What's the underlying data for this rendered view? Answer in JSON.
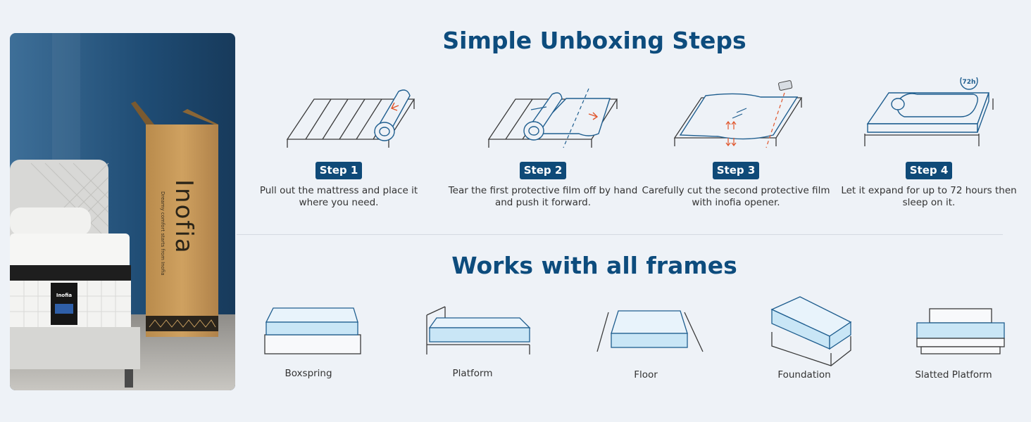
{
  "photo": {
    "box_brand": "Inofia",
    "box_slogan": "Dreamy comfort starts from Inofia",
    "label_brand": "Inofia"
  },
  "unboxing": {
    "title": "Simple Unboxing Steps",
    "steps": [
      {
        "label": "Step 1",
        "desc": "Pull out the mattress and place it where you need."
      },
      {
        "label": "Step 2",
        "desc": "Tear the first protective film off by hand and push it forward."
      },
      {
        "label": "Step 3",
        "desc": "Carefully cut the second protective film with inofia opener."
      },
      {
        "label": "Step 4",
        "desc": "Let it expand for up to 72 hours then sleep on it.",
        "timer": "72h"
      }
    ]
  },
  "frames": {
    "title": "Works with all frames",
    "items": [
      {
        "label": "Boxspring"
      },
      {
        "label": "Platform"
      },
      {
        "label": "Floor"
      },
      {
        "label": "Foundation"
      },
      {
        "label": "Slatted Platform"
      }
    ]
  },
  "colors": {
    "brand_blue": "#0d4c7d",
    "badge_blue": "#0f4a78",
    "mattress_fill": "#c9e6f6",
    "accent_red": "#e0552b",
    "box_kraft": "#c99a57"
  }
}
